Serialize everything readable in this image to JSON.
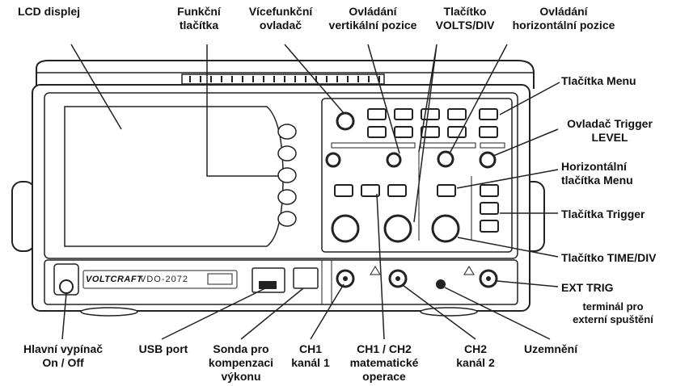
{
  "labels": {
    "lcd": "LCD displej",
    "function_buttons": "Funkční\ntlačítka",
    "multi_knob": "Vícefunkční\novladač",
    "vertical_pos": "Ovládání\nvertikální pozice",
    "volts_div": "Tlačítko\nVOLTS/DIV",
    "horizontal_pos": "Ovládání\nhorizontální pozice",
    "menu_buttons": "Tlačítka Menu",
    "trigger_level": "Ovladač Trigger\nLEVEL",
    "horiz_menu": "Horizontální\ntlačítka Menu",
    "trigger_buttons": "Tlačítka Trigger",
    "time_div": "Tlačítko TIME/DIV",
    "ext_trig": "EXT TRIG",
    "ext_trig_desc": "terminál pro\nexterní spuštění",
    "power": "Hlavní vypínač\nOn / Off",
    "usb": "USB port",
    "probe_comp": "Sonda pro\nkompenzaci\nvýkonu",
    "ch1": "CH1\nkanál 1",
    "ch1_ch2_math": "CH1 / CH2\nmatematické\noperace",
    "ch2": "CH2\nkanál 2",
    "ground": "Uzemnění"
  },
  "device": {
    "brand": "VOLTCRAFT.",
    "model": "VDO-2072"
  }
}
